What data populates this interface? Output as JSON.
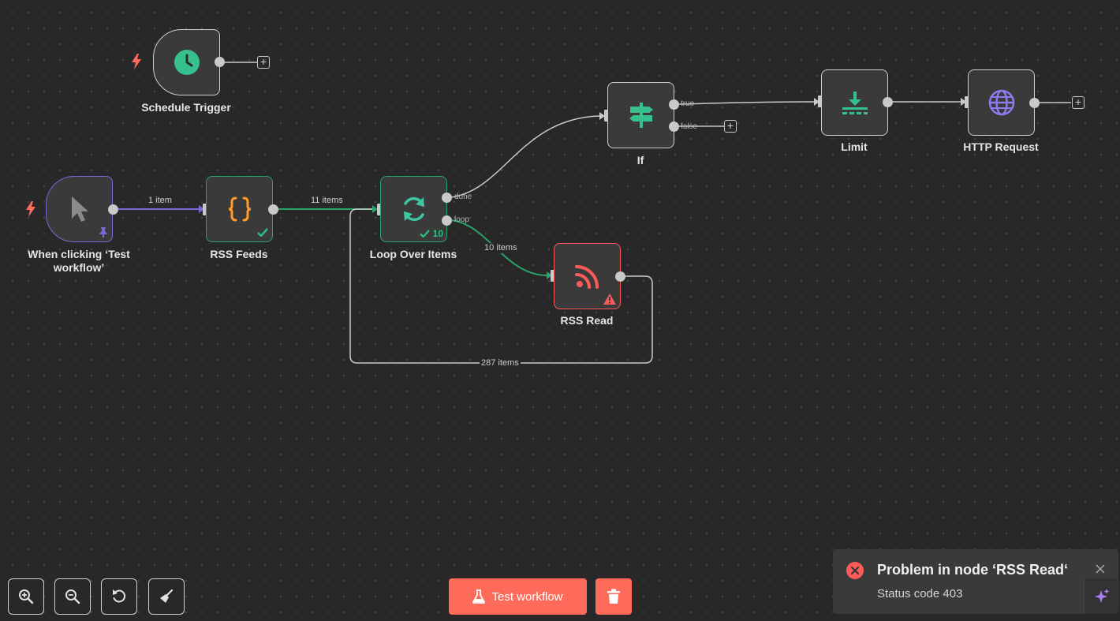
{
  "colors": {
    "canvas": "#282828",
    "node_bg": "#3a3a3a",
    "success": "#29a36a",
    "error": "#ff5a5a",
    "pinned": "#7b68d8",
    "accent": "#ff6b5b",
    "trigger_bolt": "#ff6b5b"
  },
  "nodes": {
    "schedule": {
      "label": "Schedule Trigger",
      "icon": "clock-icon"
    },
    "manual": {
      "label": "When clicking ‘Test workflow’",
      "icon": "cursor-icon",
      "badge_icon": "pin-icon"
    },
    "rss_feeds": {
      "label": "RSS Feeds",
      "icon": "code-braces-icon",
      "badge_icon": "check-icon"
    },
    "loop": {
      "label": "Loop Over Items",
      "icon": "refresh-icon",
      "badge_count": "10",
      "output_done": "done",
      "output_loop": "loop"
    },
    "if": {
      "label": "If",
      "icon": "signpost-icon",
      "output_true": "true",
      "output_false": "false"
    },
    "limit": {
      "label": "Limit",
      "icon": "limit-icon"
    },
    "http": {
      "label": "HTTP Request",
      "icon": "globe-icon"
    },
    "rss_read": {
      "label": "RSS Read",
      "icon": "rss-icon",
      "badge_icon": "warning-icon"
    }
  },
  "edges": {
    "manual_to_feeds": "1 item",
    "feeds_to_loop": "11 items",
    "loop_to_rss": "10 items",
    "rss_back_to_loop": "287 items"
  },
  "toolbar": {
    "zoom_in": "zoom-in-icon",
    "zoom_out": "zoom-out-icon",
    "reset": "reset-zoom-icon",
    "tidy": "broom-icon",
    "test_workflow": "Test workflow",
    "delete": "trash-icon"
  },
  "toast": {
    "title": "Problem in node ‘RSS Read‘",
    "message": "Status code 403"
  }
}
